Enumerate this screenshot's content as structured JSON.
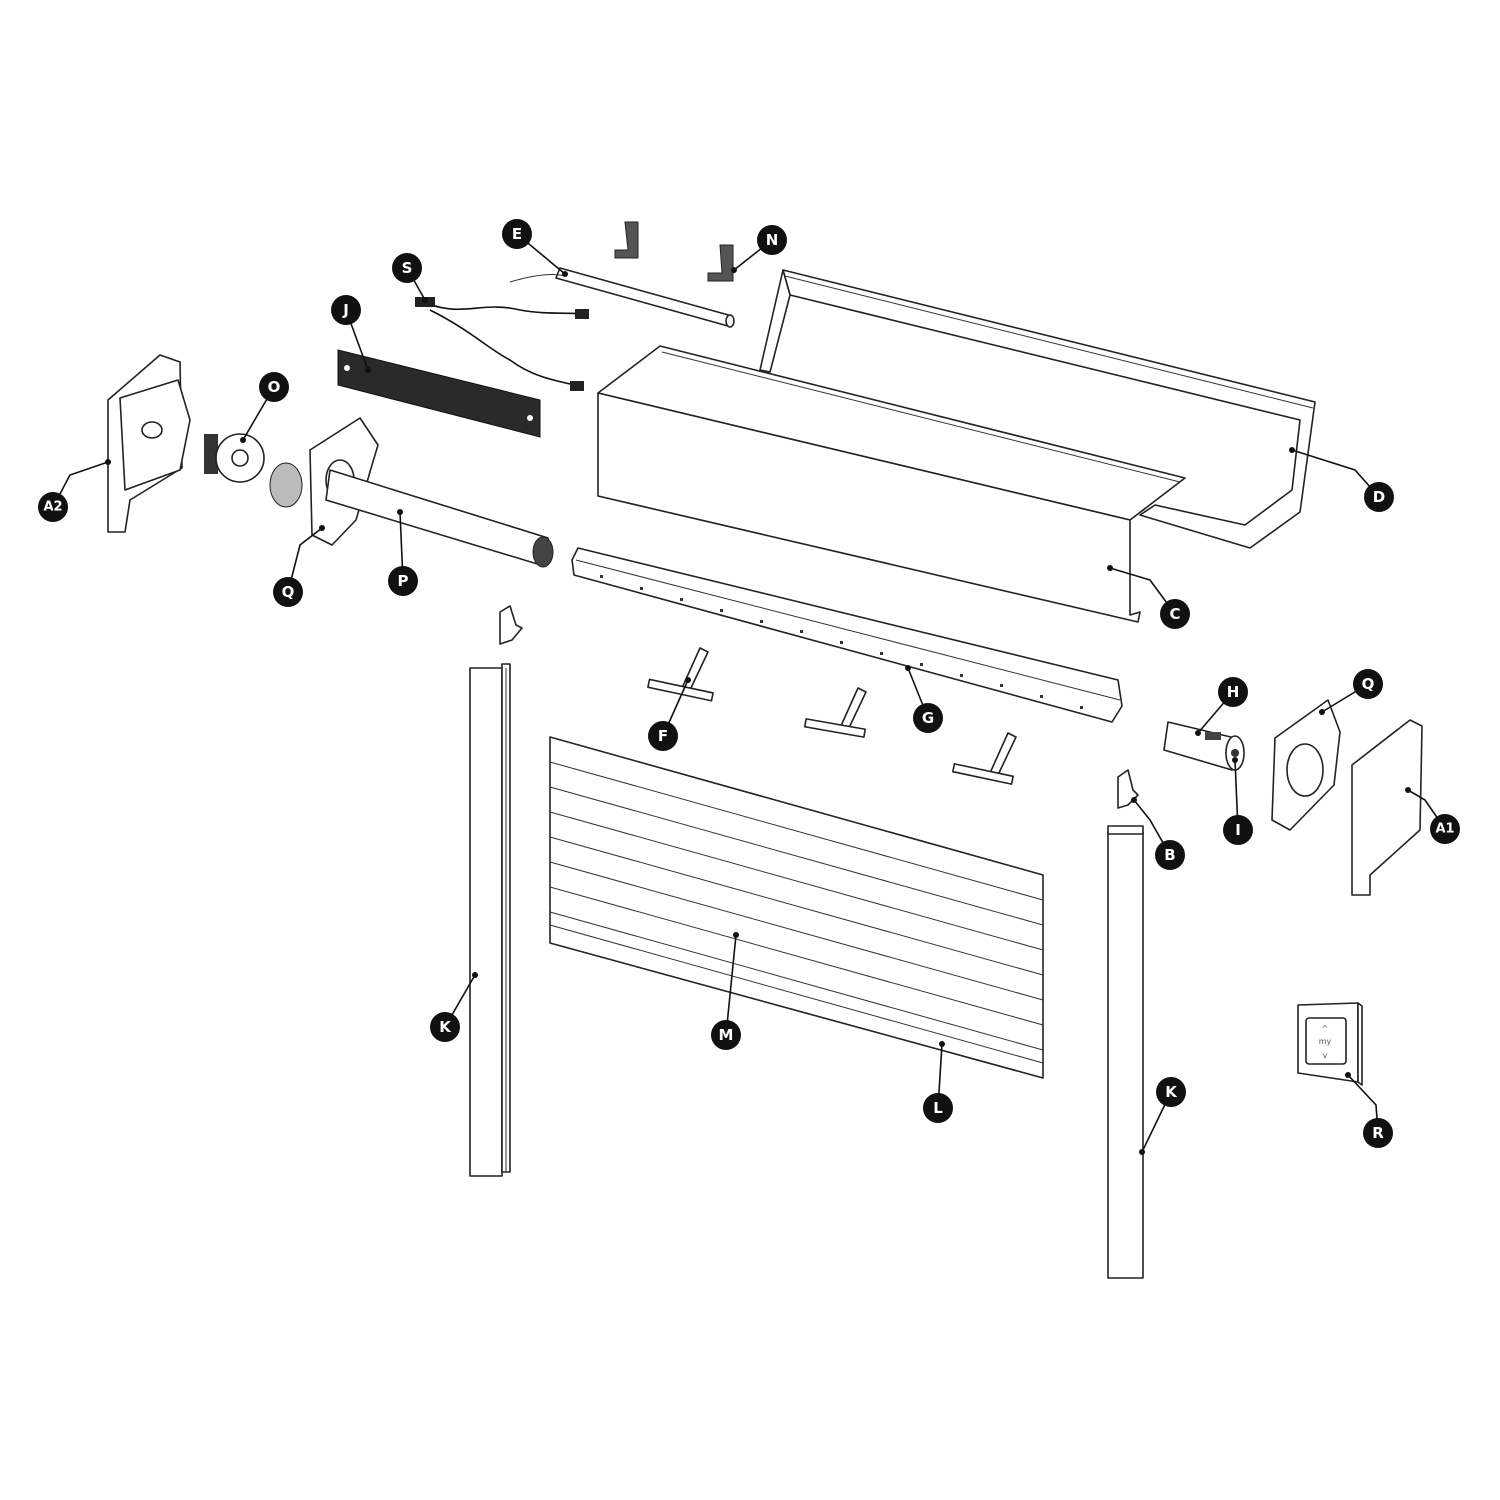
{
  "diagram": {
    "title": "Roller shutter exploded parts view",
    "labels": {
      "E": "E",
      "N": "N",
      "S": "S",
      "J": "J",
      "O": "O",
      "A2": "A2",
      "Q_left": "Q",
      "P": "P",
      "D": "D",
      "C": "C",
      "G": "G",
      "F": "F",
      "H": "H",
      "Q_right": "Q",
      "I": "I",
      "A1": "A1",
      "B": "B",
      "K_left": "K",
      "M": "M",
      "L": "L",
      "K_right": "K",
      "R": "R"
    },
    "remote": {
      "up_symbol": "^",
      "my_label": "my",
      "down_symbol": "v"
    },
    "colors": {
      "line": "#222222",
      "badge": "#111111",
      "panel": "#2a2a2a"
    }
  }
}
